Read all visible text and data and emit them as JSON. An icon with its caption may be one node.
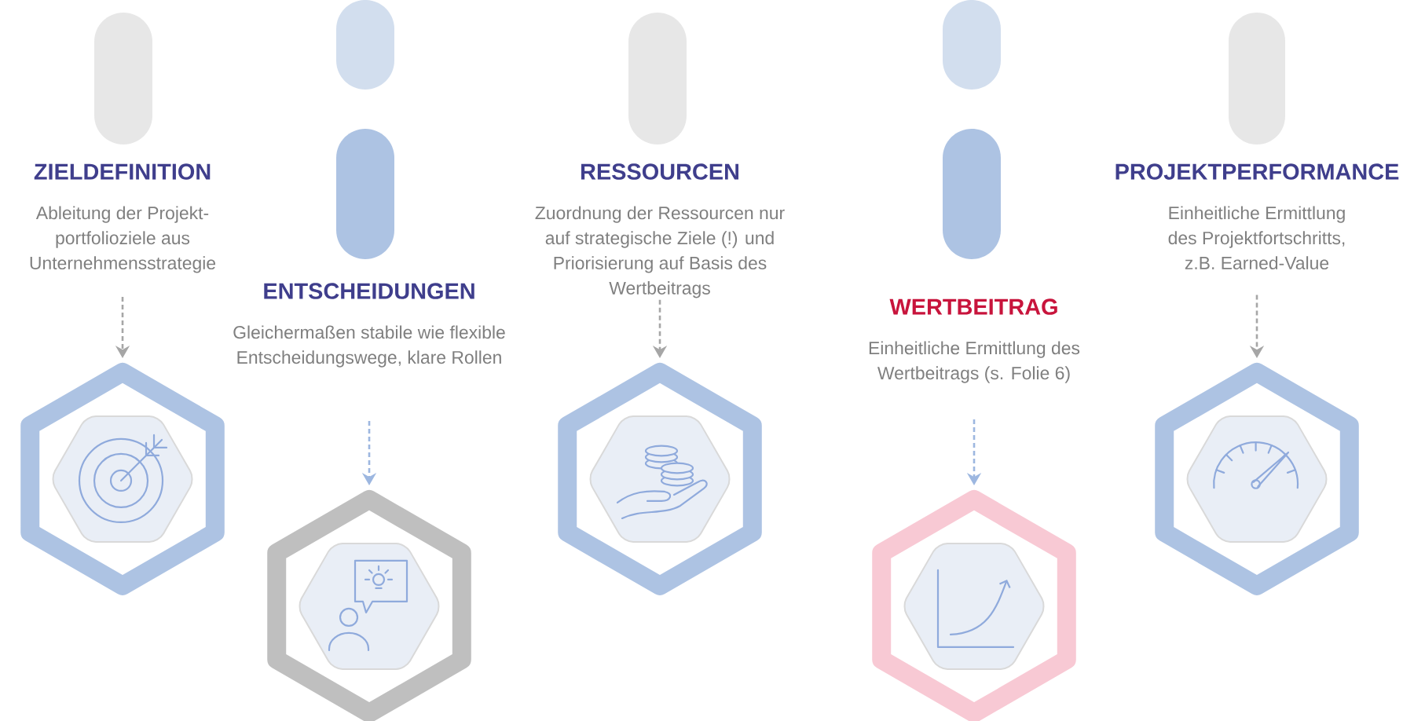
{
  "diagram": {
    "nodes": [
      {
        "text": [],
        "shape": "pill"
      },
      {
        "text": [
          "ZIELDEFINITION",
          "Ableitung der Projekt- portfolioziele aus Unternehmensstrategie"
        ]
      },
      {
        "text": [],
        "shape": "hexagon"
      },
      {
        "text": [],
        "shape": "pill"
      },
      {
        "text": [],
        "shape": "pill"
      },
      {
        "text": [
          "ENTSCHEIDUNGEN",
          "Gleichermaßen stabile wie flexible Entscheidungswege, klare Rollen"
        ]
      },
      {
        "text": [],
        "shape": "hexagon"
      },
      {
        "text": [],
        "shape": "pill"
      },
      {
        "text": [
          "RESSOURCEN",
          "Zuordnung der Ressourcen nur auf strategische Ziele (!) und Priorisierung auf Basis des Wertbeitrags"
        ]
      },
      {
        "text": [],
        "shape": "hexagon"
      },
      {
        "text": [],
        "shape": "pill"
      },
      {
        "text": [],
        "shape": "pill"
      },
      {
        "text": [
          "WERTBEITRAG",
          "Einheitliche Ermittlung des Wertbeitrags (s. Folie 6)"
        ]
      },
      {
        "text": [],
        "shape": "hexagon"
      },
      {
        "text": [],
        "shape": "pill"
      },
      {
        "text": [
          "PROJEKTPERFORMANCE",
          "Einheitliche Ermittlung des Projektfortschritts, z.B. Earned-Value"
        ]
      },
      {
        "text": [],
        "shape": "hexagon"
      }
    ],
    "edges": [
      {
        "from": 1,
        "to": 2,
        "arrow": "to",
        "style": "dashed"
      },
      {
        "from": 5,
        "to": 6,
        "arrow": "to",
        "style": "dashed",
        "color": "#9db7e0"
      },
      {
        "from": 8,
        "to": 9,
        "arrow": "to",
        "style": "dashed"
      },
      {
        "from": 12,
        "to": 13,
        "arrow": "to",
        "style": "dashed",
        "color": "#9db7e0"
      },
      {
        "from": 15,
        "to": 16,
        "arrow": "to",
        "style": "dashed"
      }
    ]
  }
}
